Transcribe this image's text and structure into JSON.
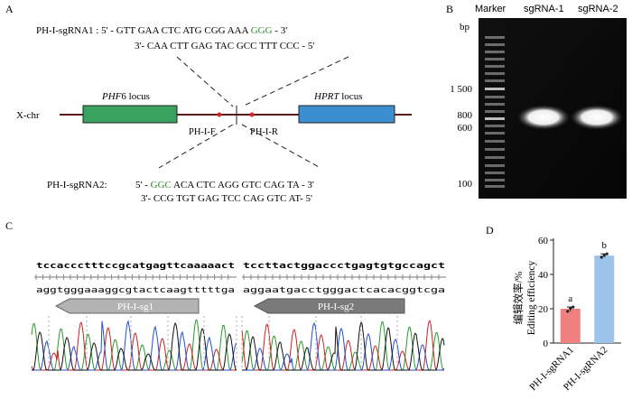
{
  "panels": {
    "a": "A",
    "b": "B",
    "c": "C",
    "d": "D"
  },
  "panelA": {
    "sg1_label": "PH-I-sgRNA1 : ",
    "sg1_top_pre": "5' - GTT GAA CTC ATG CGG AAA ",
    "sg1_top_pam": "GGG",
    "sg1_top_post": " - 3'",
    "sg1_bottom": "3'- CAA CTT GAG TAC GCC TTT CCC - 5'",
    "chr_label": "X-chr",
    "phf6_gene": "PHF",
    "phf6_num": "6 locus",
    "hprt_gene": "HPRT",
    "hprt_suffix": " locus",
    "primer_f": "PH-I-F",
    "primer_r": "PH-I-R",
    "sg2_label": "PH-I-sgRNA2:",
    "sg2_top_pre": "5' - ",
    "sg2_top_pam": "GGC",
    "sg2_top_post": " ACA CTC AGG GTC CAG TA - 3'",
    "sg2_bottom": "3'- CCG TGT GAG TCC CAG GTC AT- 5'",
    "colors": {
      "phf6": "#3aa25f",
      "hprt": "#3b8fd1",
      "pam": "#2e8b2e",
      "primer": "#e02020"
    }
  },
  "panelB": {
    "marker_label": "Marker",
    "lane1_label": "sgRNA-1",
    "lane2_label": "sgRNA-2",
    "unit": "bp",
    "sizes": [
      "1 500",
      "800",
      "600",
      "100"
    ]
  },
  "panelC": {
    "left_top_seq": "tccaccctttccgcatgagttcaaaaact",
    "left_bottom_seq": "aggtgggaaaggcgtactcaagtttttga",
    "right_top_seq": "tccttactggaccctgagtgtgccagct",
    "right_bottom_seq": "aggaatgacctgggactcacacggtcga",
    "arrow1": "PH-I-sg1",
    "arrow2": "PH-I-sg2"
  },
  "chart_data": {
    "type": "bar",
    "categories": [
      "PH-I-sgRNA1",
      "PH-I-sgRNA2"
    ],
    "values": [
      20,
      51
    ],
    "points": [
      [
        18.5,
        20.3,
        21
      ],
      [
        50,
        51.2,
        52
      ]
    ],
    "significance": [
      "a",
      "b"
    ],
    "ylabel_cn": "编辑效率/%",
    "ylabel_en": "Editing efficiency",
    "ylim": [
      0,
      60
    ],
    "yticks": [
      "0",
      "20",
      "40",
      "60"
    ],
    "colors": [
      "#f08080",
      "#9ec3ea"
    ]
  }
}
